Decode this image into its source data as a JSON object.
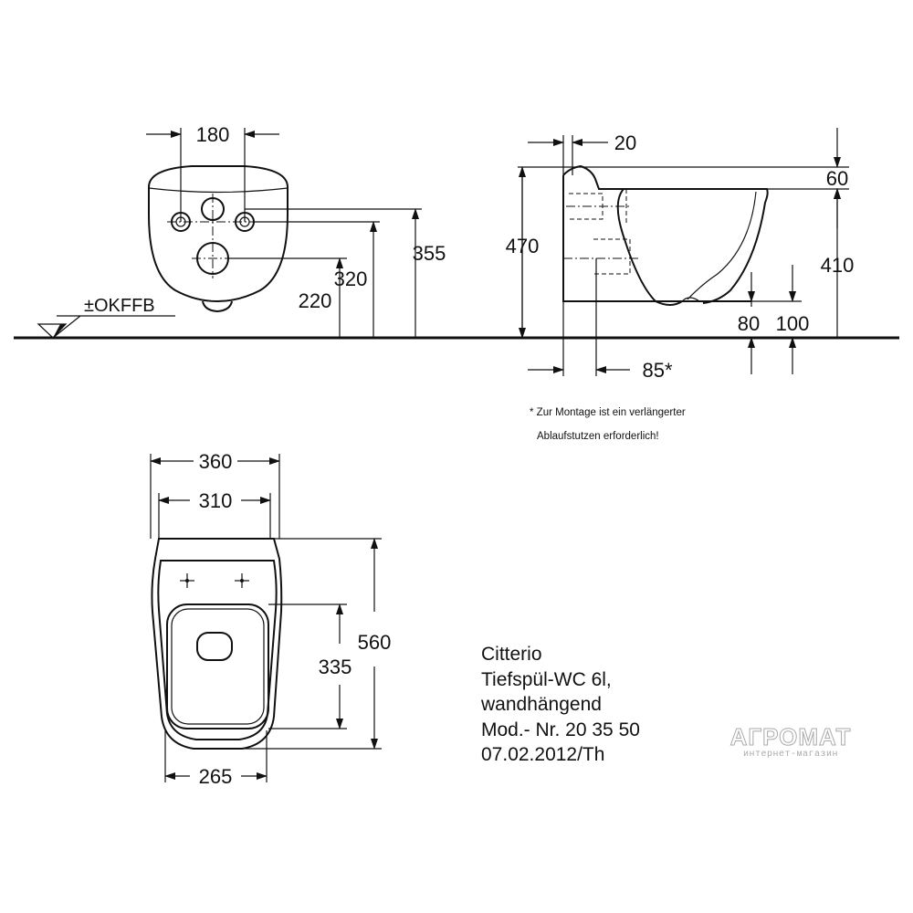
{
  "front_view": {
    "dims": {
      "w180": "180",
      "h355": "355",
      "h320": "320",
      "h220": "220"
    },
    "floor_ref": "±OKFFB"
  },
  "side_view": {
    "dims": {
      "d20": "20",
      "d60": "60",
      "h470": "470",
      "h410": "410",
      "d80": "80",
      "d100": "100",
      "d85": "85*"
    },
    "footnote": {
      "line1": "* Zur Montage ist ein verlängerter",
      "line2": "Ablaufstutzen erforderlich!"
    }
  },
  "top_view": {
    "dims": {
      "w360": "360",
      "w310": "310",
      "h560": "560",
      "h335": "335",
      "w265": "265"
    }
  },
  "product_info": {
    "line1": "Citterio",
    "line2": "Tiefspül-WC 6l,",
    "line3": "wandhängend",
    "line4": "Mod.- Nr. 20 35 50",
    "line5": "07.02.2012/Th"
  },
  "watermark": {
    "logo": "АГРОМАТ",
    "subtitle": "интернет-магазин"
  }
}
